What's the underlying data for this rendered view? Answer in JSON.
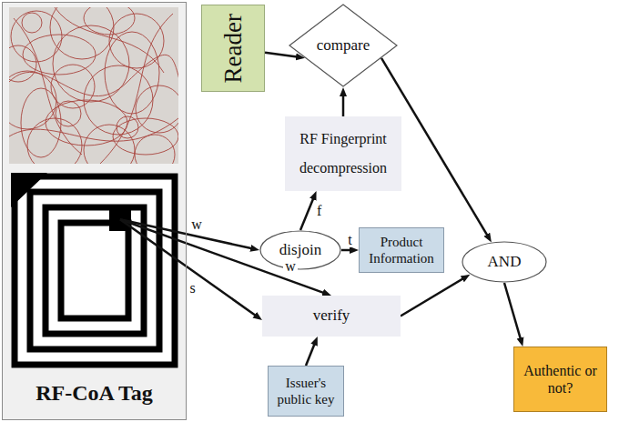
{
  "diagram": {
    "nodes": [
      {
        "text": [
          "RF-CoA Tag"
        ]
      },
      {
        "text": [
          "Reader"
        ]
      },
      {
        "text": [
          "compare"
        ]
      },
      {
        "text": [
          "RF Fingerprint decompression"
        ]
      },
      {
        "text": [
          "disjoin"
        ]
      },
      {
        "text": [
          "Product Information"
        ]
      },
      {
        "text": [
          "verify"
        ]
      },
      {
        "text": [
          "Issuer's public key"
        ]
      },
      {
        "text": [
          "AND"
        ]
      },
      {
        "text": [
          "Authentic or not?"
        ]
      }
    ],
    "edges": [
      {
        "from": 1,
        "to": 2,
        "arrow": "to"
      },
      {
        "from": 3,
        "to": 2,
        "arrow": "to"
      },
      {
        "from": 4,
        "to": 3,
        "label": "f",
        "arrow": "to"
      },
      {
        "from": 4,
        "to": 5,
        "label": "t",
        "arrow": "to"
      },
      {
        "from": 0,
        "to": 4,
        "label": "w",
        "arrow": "to"
      },
      {
        "from": 0,
        "to": 6,
        "label": "w",
        "arrow": "to"
      },
      {
        "from": 0,
        "to": 6,
        "label": "s",
        "arrow": "to"
      },
      {
        "from": 7,
        "to": 6,
        "arrow": "to"
      },
      {
        "from": 2,
        "to": 8,
        "arrow": "to"
      },
      {
        "from": 6,
        "to": 8,
        "arrow": "to"
      },
      {
        "from": 8,
        "to": 9,
        "arrow": "to"
      }
    ]
  }
}
